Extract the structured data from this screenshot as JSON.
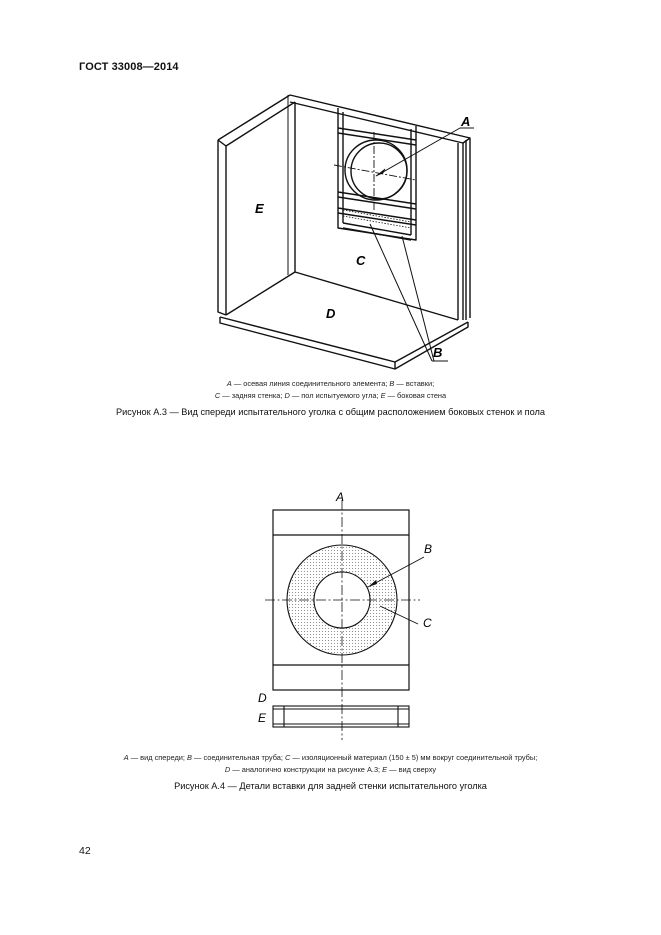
{
  "header": {
    "standard": "ГОСТ 33008—2014"
  },
  "figure3": {
    "labels": {
      "A": "A",
      "B": "B",
      "C": "C",
      "D": "D",
      "E": "E"
    },
    "legend_line1": [
      {
        "k": "A",
        "t": " — осевая линия соединительного элемента; "
      },
      {
        "k": "B",
        "t": " — вставки;"
      }
    ],
    "legend_line2": [
      {
        "k": "C",
        "t": " — задняя стенка; "
      },
      {
        "k": "D",
        "t": " — пол испытуемого угла; "
      },
      {
        "k": "E",
        "t": " — боковая стена"
      }
    ],
    "caption": "Рисунок А.3 — Вид спереди испытательного уголка с общим расположением боковых стенок и пола"
  },
  "figure4": {
    "labels": {
      "A": "A",
      "B": "B",
      "C": "C",
      "D": "D",
      "E": "E"
    },
    "legend_line1": [
      {
        "k": "A",
        "t": " — вид спереди; "
      },
      {
        "k": "B",
        "t": " — соединительная труба; "
      },
      {
        "k": "C",
        "t": " — изоляционный материал (150 ± 5) мм вокруг соединительной трубы;"
      }
    ],
    "legend_line2": [
      {
        "k": "D",
        "t": " — аналогично конструкции на рисунке А.3; "
      },
      {
        "k": "E",
        "t": " — вид сверху"
      }
    ],
    "caption": "Рисунок А.4 — Детали вставки для задней стенки испытательного уголка"
  },
  "page_number": "42"
}
